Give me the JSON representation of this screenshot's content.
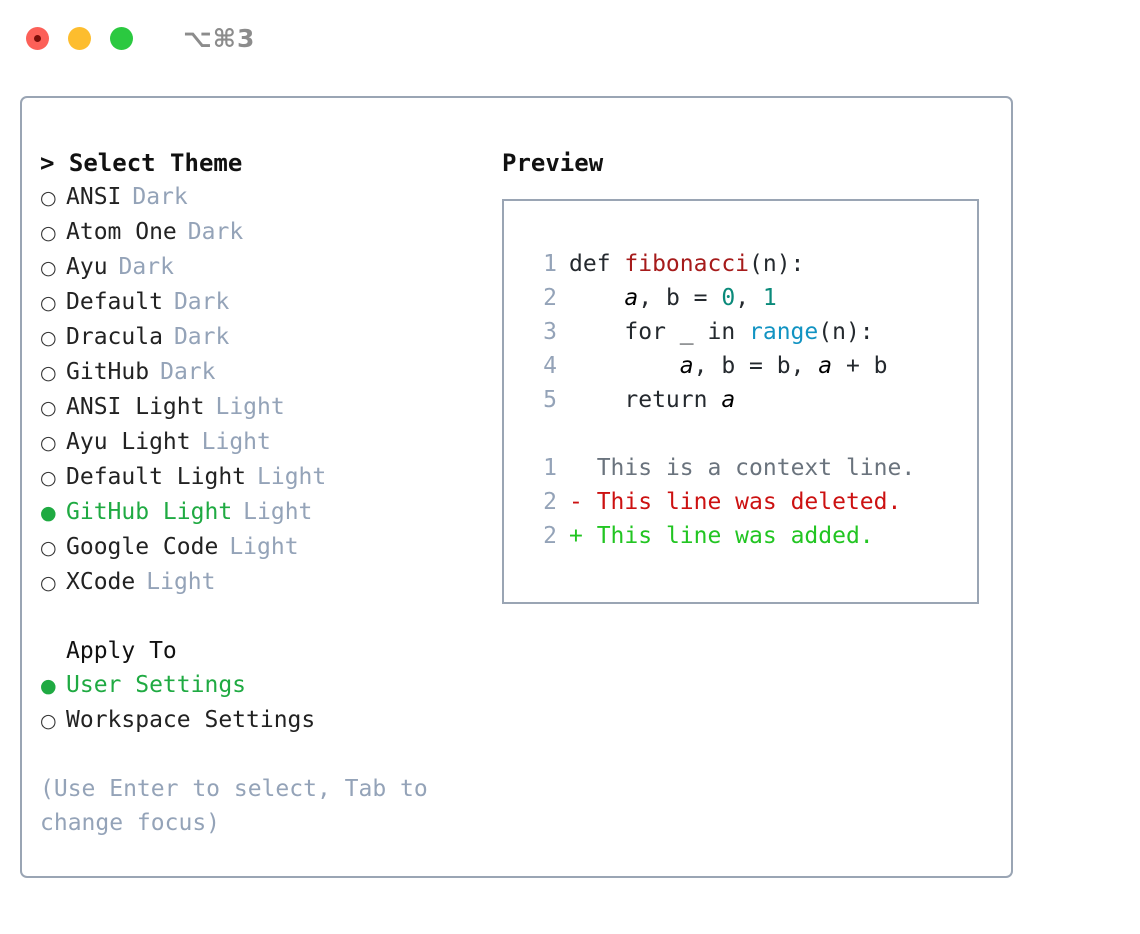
{
  "titlebar": {
    "shortcut": "⌥⌘3",
    "buttons": {
      "close": "close",
      "minimize": "minimize",
      "maximize": "maximize"
    }
  },
  "theme_panel": {
    "heading": "> Select Theme",
    "bullet_off": "○",
    "bullet_on": "●",
    "items": [
      {
        "label": "ANSI",
        "tag": "Dark",
        "selected": false
      },
      {
        "label": "Atom One",
        "tag": "Dark",
        "selected": false
      },
      {
        "label": "Ayu",
        "tag": "Dark",
        "selected": false
      },
      {
        "label": "Default",
        "tag": "Dark",
        "selected": false
      },
      {
        "label": "Dracula",
        "tag": "Dark",
        "selected": false
      },
      {
        "label": "GitHub",
        "tag": "Dark",
        "selected": false
      },
      {
        "label": "ANSI Light",
        "tag": "Light",
        "selected": false
      },
      {
        "label": "Ayu Light",
        "tag": "Light",
        "selected": false
      },
      {
        "label": "Default Light",
        "tag": "Light",
        "selected": false
      },
      {
        "label": "GitHub Light",
        "tag": "Light",
        "selected": true
      },
      {
        "label": "Google Code",
        "tag": "Light",
        "selected": false
      },
      {
        "label": "XCode",
        "tag": "Light",
        "selected": false
      }
    ]
  },
  "apply_to": {
    "heading": "Apply To",
    "options": [
      {
        "label": "User Settings",
        "selected": true
      },
      {
        "label": "Workspace Settings",
        "selected": false
      }
    ]
  },
  "hint": "(Use Enter to select, Tab to change focus)",
  "preview": {
    "title": "Preview",
    "code_lines": [
      {
        "no": "1",
        "tokens": [
          {
            "t": "def ",
            "c": "code-txt"
          },
          {
            "t": "fibonacci",
            "c": "tok-fn"
          },
          {
            "t": "(n):",
            "c": "code-txt"
          }
        ]
      },
      {
        "no": "2",
        "tokens": [
          {
            "t": "    ",
            "c": "code-txt"
          },
          {
            "t": "a",
            "c": "tok-var"
          },
          {
            "t": ", b = ",
            "c": "code-txt"
          },
          {
            "t": "0",
            "c": "tok-num"
          },
          {
            "t": ", ",
            "c": "code-txt"
          },
          {
            "t": "1",
            "c": "tok-num"
          }
        ]
      },
      {
        "no": "3",
        "tokens": [
          {
            "t": "    for _ in ",
            "c": "code-txt"
          },
          {
            "t": "range",
            "c": "tok-bi"
          },
          {
            "t": "(n):",
            "c": "code-txt"
          }
        ]
      },
      {
        "no": "4",
        "tokens": [
          {
            "t": "        ",
            "c": "code-txt"
          },
          {
            "t": "a",
            "c": "tok-var"
          },
          {
            "t": ", b = b, ",
            "c": "code-txt"
          },
          {
            "t": "a",
            "c": "tok-var"
          },
          {
            "t": " + b",
            "c": "code-txt"
          }
        ]
      },
      {
        "no": "5",
        "tokens": [
          {
            "t": "    return ",
            "c": "code-txt"
          },
          {
            "t": "a",
            "c": "tok-var"
          }
        ]
      }
    ],
    "diff_lines": [
      {
        "no": "1",
        "marker": "  ",
        "text": "This is a context line.",
        "kind": "diff-ctx"
      },
      {
        "no": "2",
        "marker": "- ",
        "text": "This line was deleted.",
        "kind": "diff-del"
      },
      {
        "no": "2",
        "marker": "+ ",
        "text": "This line was added.",
        "kind": "diff-add"
      }
    ]
  },
  "colors": {
    "accent_green": "#1faa42",
    "muted_blue_gray": "#94a3b8",
    "border": "#9aa5b4",
    "diff_delete": "#cc1111",
    "diff_add": "#22c522",
    "token_function": "#a61b1b",
    "token_number": "#0a8a7a",
    "token_builtin": "#1193c2"
  }
}
